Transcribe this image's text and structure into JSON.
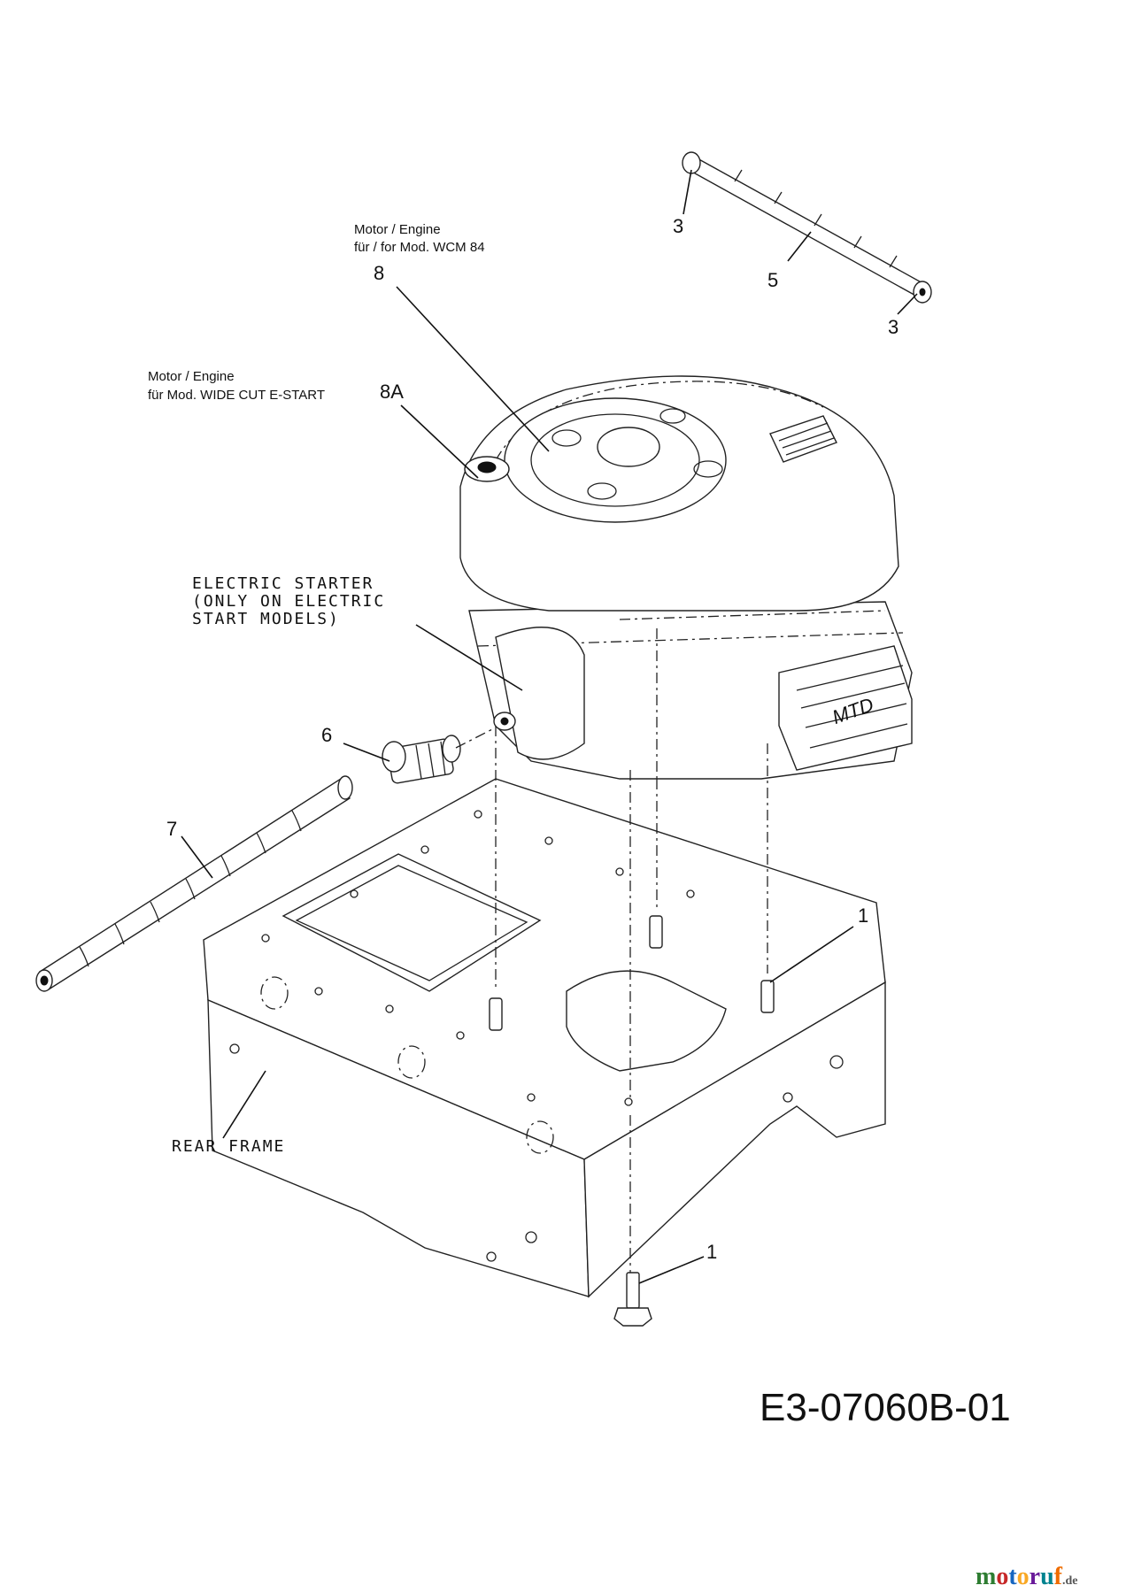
{
  "diagram": {
    "code": "E3-07060B-01",
    "notes": {
      "engine_wcm84_line1": "Motor / Engine",
      "engine_wcm84_line2": "für / for Mod. WCM 84",
      "engine_widecut_line1": "Motor / Engine",
      "engine_widecut_line2": "für Mod. WIDE CUT E-START",
      "starter_line1": "ELECTRIC STARTER",
      "starter_line2": "(ONLY ON ELECTRIC",
      "starter_line3": "START MODELS)",
      "rear_frame": "REAR FRAME"
    },
    "callouts": {
      "bolt_top": "3",
      "rod": "5",
      "bolt_bottom": "3",
      "engine": "8",
      "engine_alt": "8A",
      "fitting": "6",
      "tube": "7",
      "pin": "1",
      "screw": "1"
    }
  },
  "brand": {
    "logo_letters": [
      "m",
      "o",
      "t",
      "o",
      "r",
      "u",
      "f"
    ],
    "logo_suffix": ".de",
    "colors": [
      "#2e7d32",
      "#c62828",
      "#1565c0",
      "#f9a825",
      "#6a1b9a",
      "#00838f",
      "#ef6c00"
    ]
  }
}
